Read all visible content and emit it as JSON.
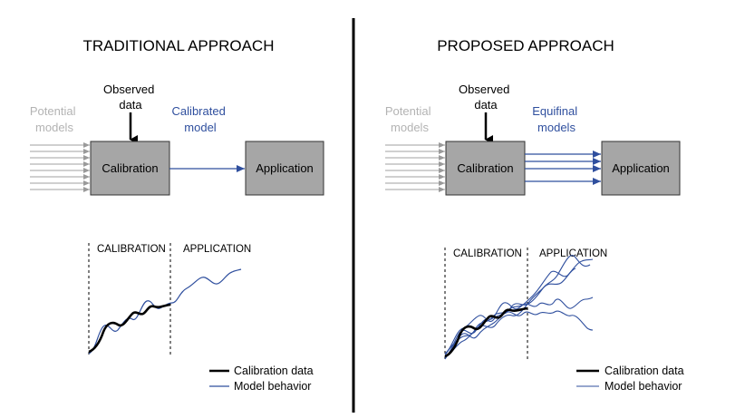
{
  "left": {
    "title": "TRADITIONAL APPROACH",
    "potential_models": [
      "Potential",
      "models"
    ],
    "observed_data": [
      "Observed",
      "data"
    ],
    "output_label": [
      "Calibrated",
      "model"
    ],
    "calibration_box": "Calibration",
    "application_box": "Application",
    "phase_calibration": "CALIBRATION",
    "phase_application": "APPLICATION",
    "legend_calibration": "Calibration data",
    "legend_model": "Model behavior"
  },
  "right": {
    "title": "PROPOSED APPROACH",
    "potential_models": [
      "Potential",
      "models"
    ],
    "observed_data": [
      "Observed",
      "data"
    ],
    "output_label": [
      "Equifinal",
      "models"
    ],
    "calibration_box": "Calibration",
    "application_box": "Application",
    "phase_calibration": "CALIBRATION",
    "phase_application": "APPLICATION",
    "legend_calibration": "Calibration data",
    "legend_model": "Model behavior"
  },
  "colors": {
    "box_fill": "#a6a6a6",
    "gray_text": "#b3b3b3",
    "blue": "#2f4f9e",
    "black": "#000000"
  }
}
